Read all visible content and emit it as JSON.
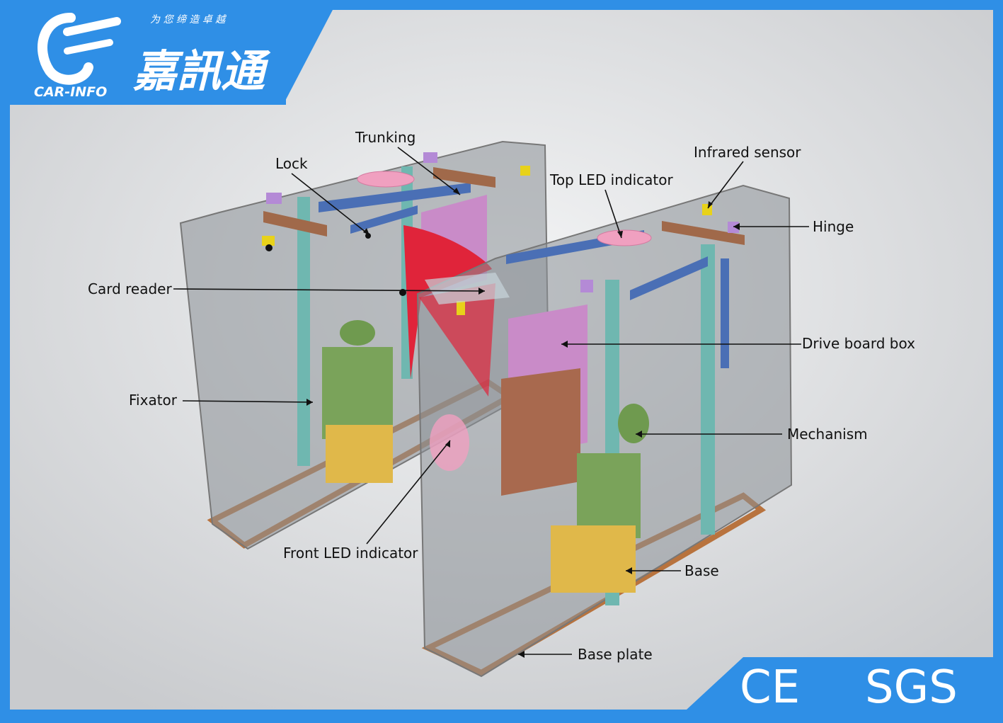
{
  "brand": {
    "logo_text": "CAR-INFO",
    "slogan": "为 您 缔 造 卓 越",
    "company_name": "嘉訊通",
    "colors": {
      "blue": "#2f8fe6",
      "white": "#ffffff"
    }
  },
  "certifications": {
    "ce": "CE",
    "sgs": "SGS"
  },
  "labels": {
    "trunking": "Trunking",
    "lock": "Lock",
    "infrared_sensor": "Infrared sensor",
    "top_led_indicator": "Top LED indicator",
    "hinge": "Hinge",
    "card_reader": "Card reader",
    "drive_board_box": "Drive board box",
    "fixator": "Fixator",
    "mechanism": "Mechanism",
    "front_led_indicator": "Front LED indicator",
    "base": "Base",
    "base_plate": "Base plate"
  },
  "part_colors": {
    "glass": "#8a8f96",
    "teal_post": "#6fb7b0",
    "flap_red": "#e0243a",
    "drive_box": "#c98bc8",
    "mechanism": "#7aa35a",
    "base_yellow": "#e0b84a",
    "base_plate": "#b8733e",
    "led": "#f0a0c0"
  }
}
